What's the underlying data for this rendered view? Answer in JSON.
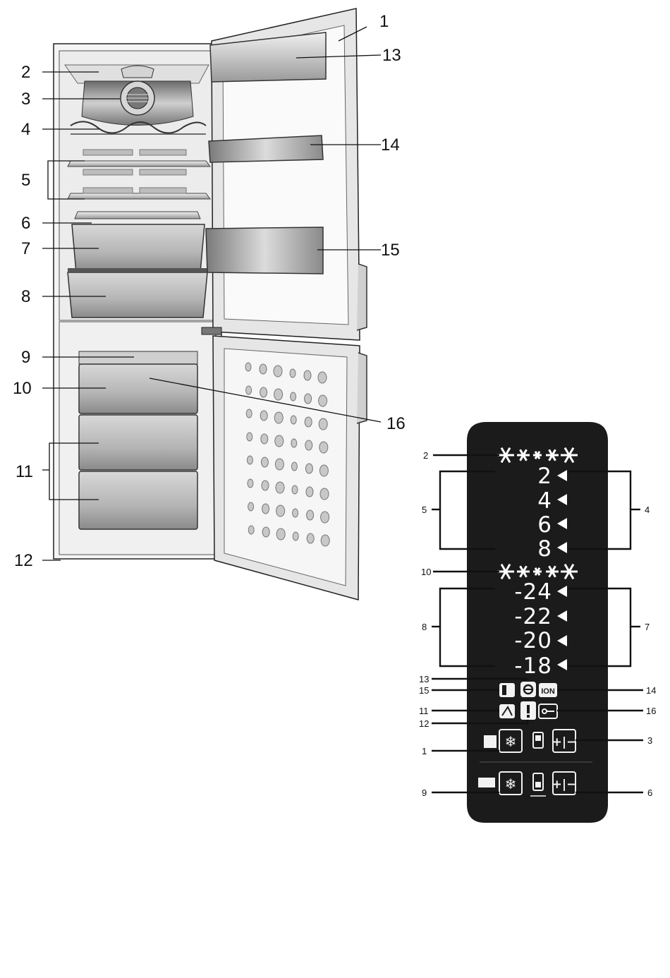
{
  "fridge_callouts": [
    "1",
    "2",
    "3",
    "4",
    "5",
    "6",
    "7",
    "8",
    "9",
    "10",
    "11",
    "12",
    "13",
    "14",
    "15",
    "16"
  ],
  "panel_callouts": {
    "left": [
      "2",
      "5",
      "10",
      "8",
      "13",
      "15",
      "11",
      "12",
      "1",
      "9"
    ],
    "right": [
      "4",
      "7",
      "14",
      "16",
      "3",
      "6"
    ]
  },
  "panel_display": {
    "fridge_temps": [
      "2",
      "4",
      "6",
      "8"
    ],
    "freezer_temps": [
      "-24",
      "-22",
      "-20",
      "-18"
    ],
    "ion_label": "ION"
  },
  "colors": {
    "panel_bg": "#1b1b1b",
    "line": "#111111",
    "fridge_body": "#d9d9d9"
  }
}
